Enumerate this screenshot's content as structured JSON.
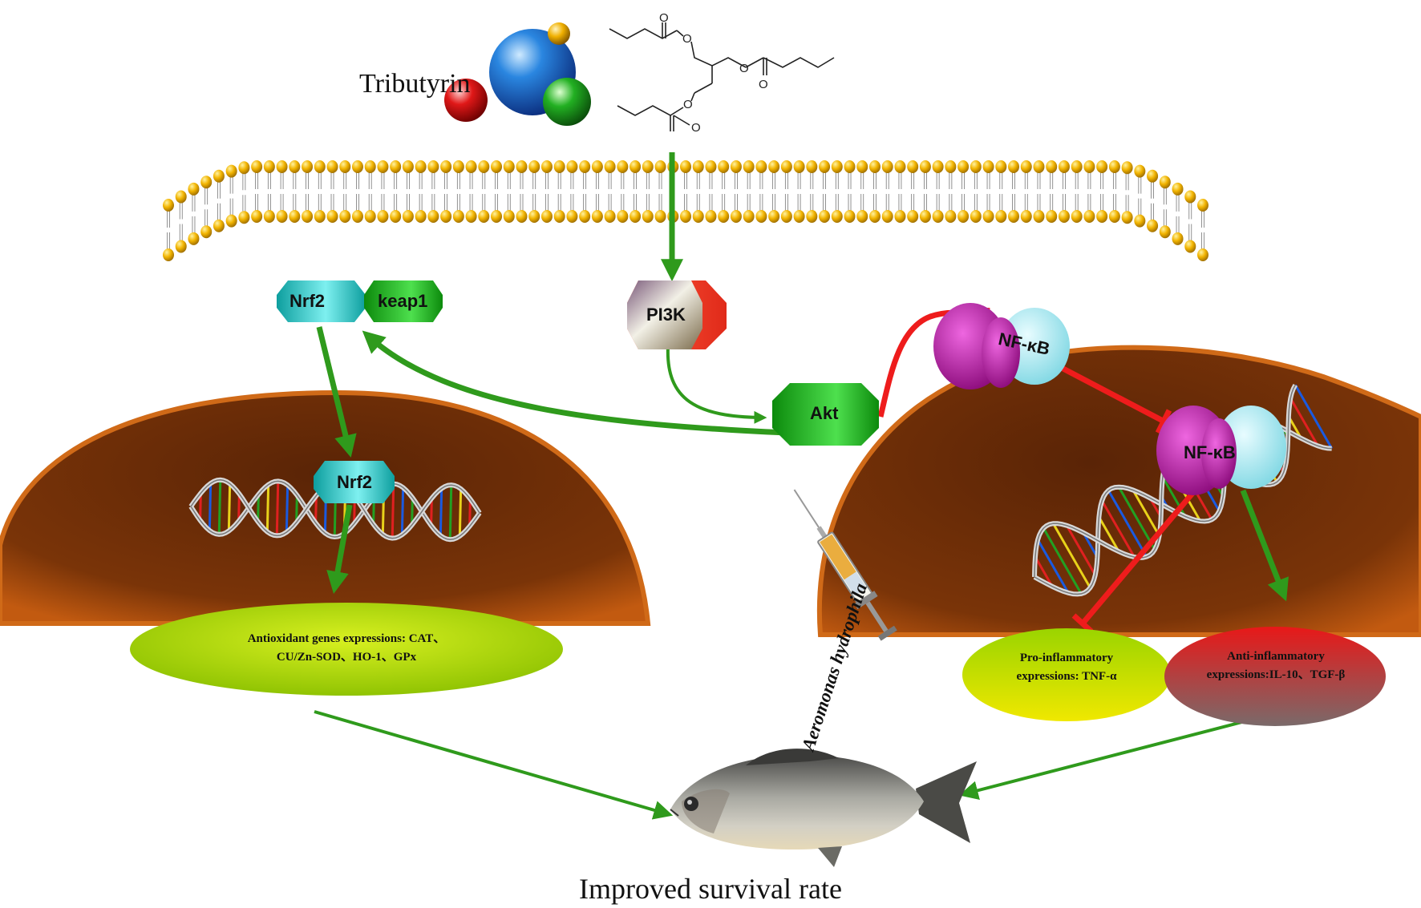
{
  "labels": {
    "tributyrin": "Tributyrin",
    "survival": "Improved survival rate",
    "pathogen": "Aeromonas hydrophila"
  },
  "proteins": {
    "nrf2_top": "Nrf2",
    "keap1": "keap1",
    "pi3k": "PI3K",
    "akt": "Akt",
    "nfkb_top": "NF-κB",
    "nrf2_nucleus": "Nrf2",
    "nfkb_nucleus": "NF-κB"
  },
  "genes": {
    "antioxidant_line1": "Antioxidant genes expressions: CAT、",
    "antioxidant_line2": "CU/Zn-SOD、HO-1、GPx",
    "proinflam_line1": "Pro-inflammatory",
    "proinflam_line2": "expressions: TNF-α",
    "antiinflam_line1": "Anti-inflammatory",
    "antiinflam_line2": "expressions:IL-10、TGF-β"
  },
  "molecule_atoms": [
    "O",
    "O",
    "O",
    "O",
    "O",
    "O"
  ],
  "colors": {
    "activation": "#2f9a1c",
    "inhibition": "#ee1c1c",
    "nucleus": "#a24a08",
    "membrane_head": "#f0b400",
    "nrf2": "#2ec4c4",
    "keap1": "#15a915",
    "akt": "#15a915",
    "nfkb_magenta": "#b0139f",
    "nfkb_cyan": "#9fe6ef"
  }
}
